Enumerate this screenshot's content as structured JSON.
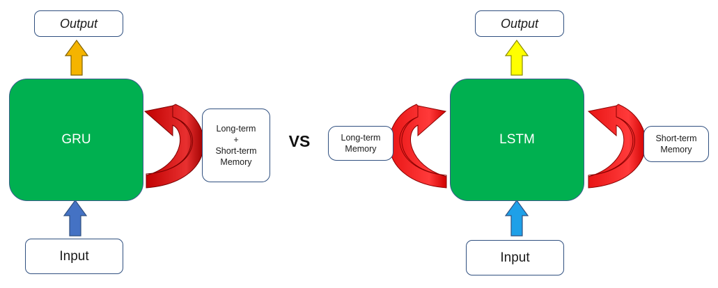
{
  "gru": {
    "output_label": "Output",
    "node_label": "GRU",
    "input_label": "Input",
    "memory_label_lines": [
      "Long-term",
      "+",
      "Short-term",
      "Memory"
    ]
  },
  "vs_label": "VS",
  "lstm": {
    "output_label": "Output",
    "node_label": "LSTM",
    "input_label": "Input",
    "long_memory_lines": [
      "Long-term",
      "Memory"
    ],
    "short_memory_lines": [
      "Short-term",
      "Memory"
    ]
  },
  "colors": {
    "node_fill": "#00b050",
    "gru_output_arrow": "#f5b400",
    "gru_input_arrow": "#4472c4",
    "lstm_output_arrow": "#ffff00",
    "lstm_input_arrow": "#1ea0e8",
    "gru_loop_arrow": "#c00000",
    "lstm_loop_arrow": "#e81515"
  },
  "icons": {
    "gru_loop": "curved-arrow-icon",
    "lstm_loops": "curved-arrow-icon"
  }
}
